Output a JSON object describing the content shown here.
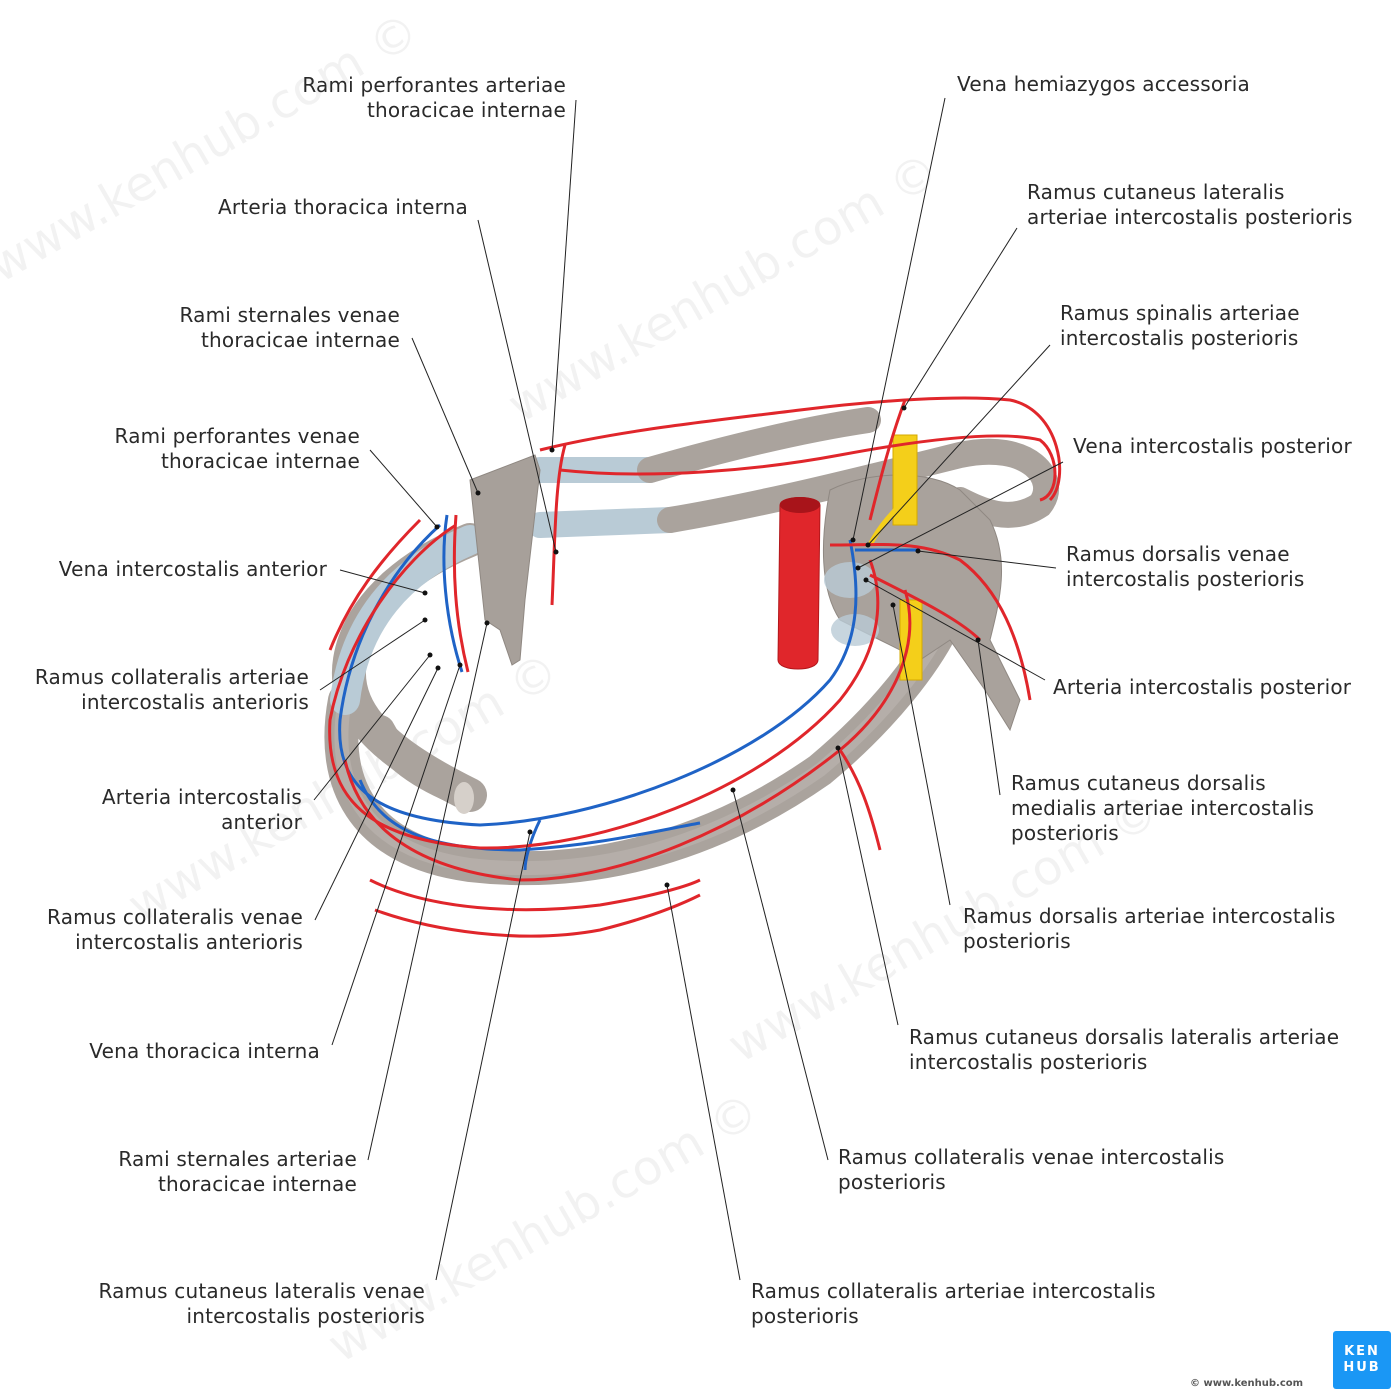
{
  "colors": {
    "artery": "#e0262b",
    "vein": "#1f63c6",
    "bone": "#aca59f",
    "cartilage": "#b9cbd6",
    "nerve": "#f4cf1a",
    "logo": "#1a97f5"
  },
  "watermark": "www.kenhub.com ©",
  "logo": {
    "line1": "KEN",
    "line2": "HUB"
  },
  "copyright": "© www.kenhub.com",
  "labels": {
    "rami_perforantes_arteriae": [
      "Rami perforantes arteriae",
      "thoracicae internae"
    ],
    "arteria_thoracica_interna": [
      "Arteria thoracica interna"
    ],
    "rami_sternales_venae": [
      "Rami sternales venae",
      "thoracicae internae"
    ],
    "rami_perforantes_venae": [
      "Rami perforantes venae",
      "thoracicae internae"
    ],
    "vena_intercostalis_anterior": [
      "Vena intercostalis anterior"
    ],
    "ramus_collateralis_arteriae_ant": [
      "Ramus collateralis arteriae",
      "intercostalis anterioris"
    ],
    "arteria_intercostalis_anterior": [
      "Arteria intercostalis",
      "anterior"
    ],
    "ramus_collateralis_venae_ant": [
      "Ramus collateralis venae",
      "intercostalis anterioris"
    ],
    "vena_thoracica_interna": [
      "Vena thoracica interna"
    ],
    "rami_sternales_arteriae": [
      "Rami sternales arteriae",
      "thoracicae internae"
    ],
    "ramus_cutaneus_lateralis_venae": [
      "Ramus cutaneus lateralis venae",
      "intercostalis posterioris"
    ],
    "vena_hemiazygos_accessoria": [
      "Vena hemiazygos accessoria"
    ],
    "ramus_cutaneus_lateralis_arteriae": [
      "Ramus cutaneus lateralis",
      "arteriae intercostalis posterioris"
    ],
    "ramus_spinalis": [
      "Ramus spinalis arteriae",
      "intercostalis posterioris"
    ],
    "vena_intercostalis_posterior": [
      "Vena intercostalis posterior"
    ],
    "ramus_dorsalis_venae": [
      "Ramus dorsalis venae",
      "intercostalis posterioris"
    ],
    "arteria_intercostalis_posterior": [
      "Arteria intercostalis posterior"
    ],
    "ramus_cutaneus_dorsalis_medialis": [
      "Ramus cutaneus dorsalis",
      "medialis arteriae intercostalis",
      "posterioris"
    ],
    "ramus_dorsalis_arteriae": [
      "Ramus dorsalis arteriae intercostalis",
      "posterioris"
    ],
    "ramus_cutaneus_dorsalis_lateralis": [
      "Ramus cutaneus dorsalis lateralis arteriae",
      "intercostalis posterioris"
    ],
    "ramus_collateralis_venae_post": [
      "Ramus collateralis venae intercostalis",
      "posterioris"
    ],
    "ramus_collateralis_arteriae_post": [
      "Ramus collateralis arteriae intercostalis",
      "posterioris"
    ]
  }
}
